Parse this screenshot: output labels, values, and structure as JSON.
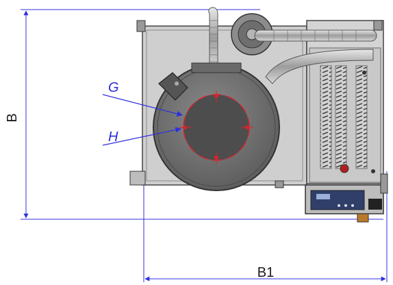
{
  "labels": {
    "b": "B",
    "b1": "B1",
    "g": "G",
    "h": "H"
  },
  "colors": {
    "dimension_line": "#2f2fe0",
    "red_circle": "#d9232e",
    "machine_gray": "#7a7a7a",
    "panel_gray": "#c8c8c8"
  }
}
